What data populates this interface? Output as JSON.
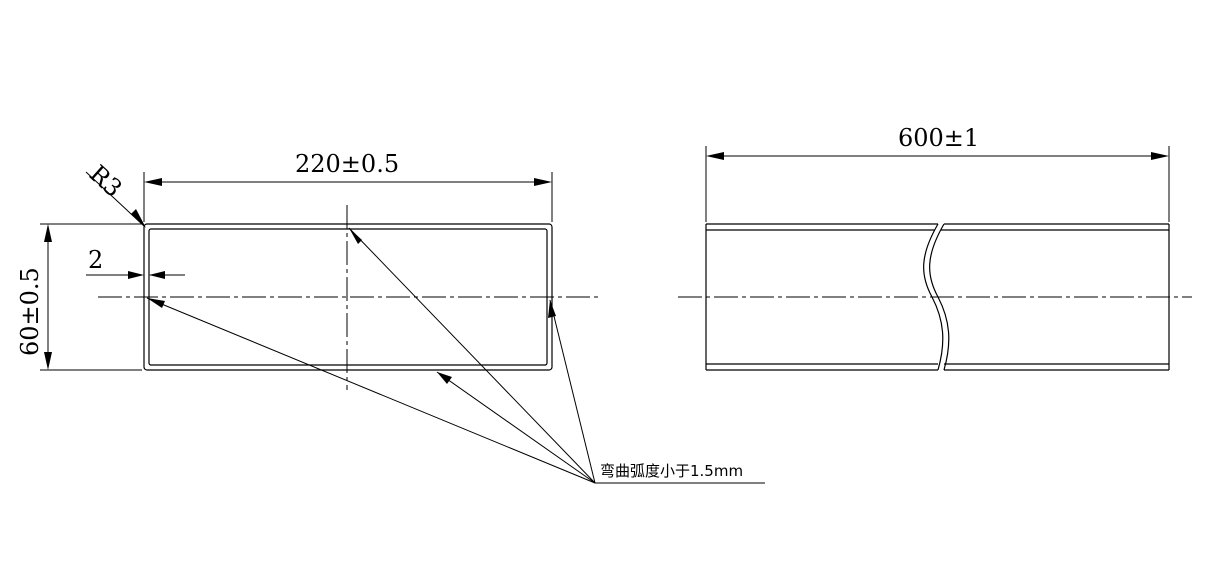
{
  "dimensions": {
    "width_label": "220±0.5",
    "height_label": "60±0.5",
    "thickness_label": "2",
    "radius_label": "R3",
    "length_label": "600±1"
  },
  "note": {
    "text": "弯曲弧度小于1.5mm"
  }
}
